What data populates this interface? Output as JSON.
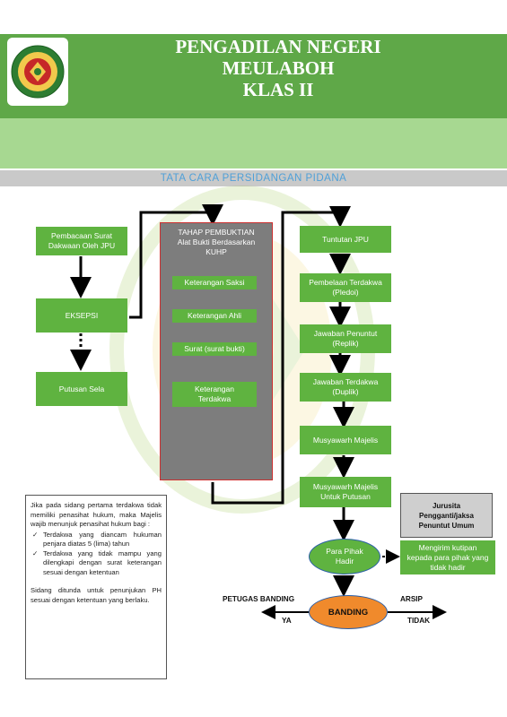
{
  "header": {
    "title_lines": [
      "PENGADILAN NEGERI",
      "MEULABOH",
      "KLAS II"
    ]
  },
  "subtitle": "TATA CARA PERSIDANGAN PIDANA",
  "left_column": {
    "pembacaan": [
      "Pembacaan Surat",
      "Dakwaan Oleh JPU"
    ],
    "eksepsi": "EKSEPSI",
    "putusan_sela": "Putusan Sela"
  },
  "pembuktian": {
    "title": [
      "TAHAP  PEMBUKTIAN",
      "Alat Bukti Berdasarkan",
      "KUHP"
    ],
    "items": [
      [
        "Keterangan Saksi"
      ],
      [
        "Keterangan Ahli"
      ],
      [
        "Surat  (surat bukti)"
      ],
      [
        "Keterangan",
        "Terdakwa"
      ]
    ]
  },
  "right_column": {
    "steps": [
      [
        "Tuntutan JPU"
      ],
      [
        "Pembelaan Terdakwa",
        "(Pledoi)"
      ],
      [
        "Jawaban Penuntut",
        "(Replik)"
      ],
      [
        "Jawaban Terdakwa",
        "(Duplik)"
      ],
      [
        "Musyawarh Majelis"
      ],
      [
        "Musyawarh Majelis",
        "Untuk Putusan"
      ]
    ]
  },
  "jurusita": [
    "Jurusita",
    "Pengganti/jaksa",
    "Penuntut Umum"
  ],
  "para_pihak": [
    "Para Pihak",
    "Hadir"
  ],
  "mengirim": [
    "Mengirim kutipan",
    "kepada para pihak yang",
    "tidak hadir"
  ],
  "banding": {
    "label": "BANDING",
    "left_label": "PETUGAS BANDING",
    "left_sub": "YA",
    "right_label": "ARSIP",
    "right_sub": "TIDAK"
  },
  "note": {
    "intro": "Jika pada sidang pertama terdakwa tidak memiliki penasihat hukum, maka Majelis wajib menunjuk penasihat hukum bagi :",
    "bullets": [
      "Terdakwa yang diancam hukuman penjara diatas 5 (lima) tahun",
      "Terdakwa yang tidak mampu yang dilengkapi dengan surat keterangan sesuai dengan ketentuan"
    ],
    "outro": "Sidang ditunda untuk penunjukan PH sesuai dengan ketentuan yang berlaku."
  },
  "colors": {
    "header_green": "#5fa848",
    "band_green": "#a7d891",
    "box_green": "#5fb340",
    "banding_orange": "#f08a2c",
    "gray_box": "#7d7d7d"
  }
}
